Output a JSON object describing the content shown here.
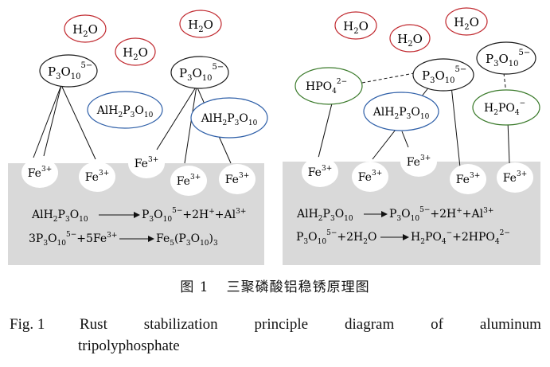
{
  "colors": {
    "surface": "#d9d9d9",
    "water_border": "#c0272d",
    "phosphate_border": "#1a1a1a",
    "alh2_border": "#2e5fa8",
    "hpo4_border": "#3a7a2a",
    "fe_fill": "#ffffff"
  },
  "left_panel": {
    "water": [
      "H2O",
      "H2O",
      "H2O"
    ],
    "p3o10": [
      "P3O10",
      "P3O10"
    ],
    "p3o10_charge": "5−",
    "alh2": [
      "AlH2P3O10",
      "AlH2P3O10"
    ],
    "fe": [
      "Fe",
      "Fe",
      "Fe",
      "Fe",
      "Fe"
    ],
    "fe_charge": "3+",
    "equation1": {
      "lhs": "AlH2P3O10",
      "rhs": "P3O10 5−+2H+ +Al3+"
    },
    "equation2": {
      "lhs": "3P3O10 5−+5Fe3+",
      "rhs": "Fe5(P3O10)3"
    }
  },
  "right_panel": {
    "water": [
      "H2O",
      "H2O",
      "H2O"
    ],
    "p3o10": [
      "P3O10",
      "P3O10"
    ],
    "p3o10_charge": "5−",
    "hpo4": "HPO4 2−",
    "h2po4": "H2PO4 −",
    "alh2": "AlH2P3O10",
    "fe": [
      "Fe",
      "Fe",
      "Fe",
      "Fe",
      "Fe"
    ],
    "fe_charge": "3+",
    "equation1": {
      "lhs": "AlH2P3O10",
      "rhs": "P3O10 5−+2H+ +Al3+"
    },
    "equation2": {
      "lhs": "P3O10 5−+2H2O",
      "rhs": "H2PO4 −+2HPO4 2−"
    }
  },
  "caption": {
    "cn_label": "图 1",
    "cn_title": "三聚磷酸铝稳锈原理图",
    "en_label": "Fig. 1",
    "en_words": [
      "Rust",
      "stabilization",
      "principle",
      "diagram",
      "of",
      "aluminum"
    ],
    "en_line2": "tripolyphosphate"
  }
}
